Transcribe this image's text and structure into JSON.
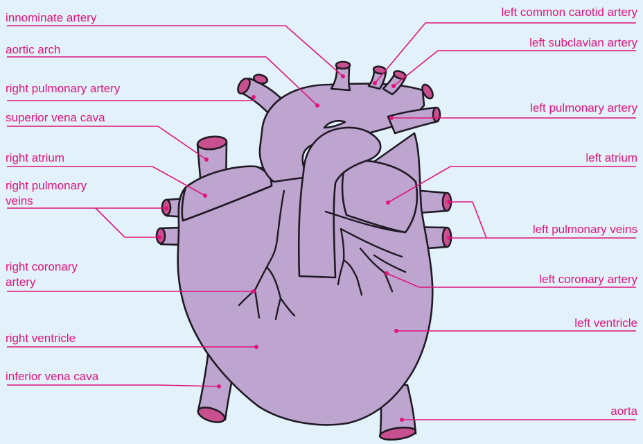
{
  "colors": {
    "background": "#e2f1fa",
    "heart_fill": "#bda5cf",
    "vessel_opening": "#c9508e",
    "outline": "#1f1a24",
    "label_text": "#e0147a",
    "leader_line": "#e0147a"
  },
  "labels": {
    "innominate_artery": "innominate artery",
    "aortic_arch": "aortic arch",
    "right_pulmonary_artery": "right pulmonary artery",
    "superior_vena_cava": "superior vena cava",
    "right_atrium": "right atrium",
    "right_pulmonary_veins_line1": "right pulmonary",
    "right_pulmonary_veins_line2": "veins",
    "right_coronary_artery_line1": "right coronary",
    "right_coronary_artery_line2": "artery",
    "right_ventricle": "right ventricle",
    "inferior_vena_cava": "inferior vena cava",
    "left_common_carotid_artery": "left common carotid artery",
    "left_subclavian_artery": "left subclavian artery",
    "left_pulmonary_artery": "left pulmonary artery",
    "left_atrium": "left atrium",
    "left_pulmonary_veins": "left pulmonary veins",
    "left_coronary_artery": "left coronary artery",
    "left_ventricle": "left ventricle",
    "aorta": "aorta"
  }
}
